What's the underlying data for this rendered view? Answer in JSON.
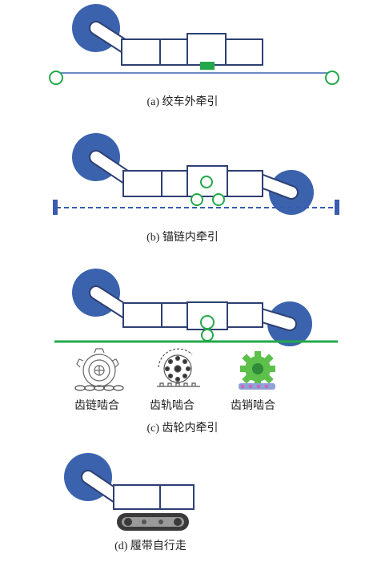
{
  "captions": {
    "a": "(a) 绞车外牵引",
    "b": "(b) 锚链内牵引",
    "c": "(c) 齿轮内牵引",
    "d": "(d) 履带自行走"
  },
  "gear_labels": [
    "齿链啮合",
    "齿轨啮合",
    "齿销啮合"
  ],
  "colors": {
    "arm_blue": "#3b63ad",
    "outline": "#2e3f73",
    "green": "#22a84a",
    "chain_blue": "#3a5bb0"
  }
}
